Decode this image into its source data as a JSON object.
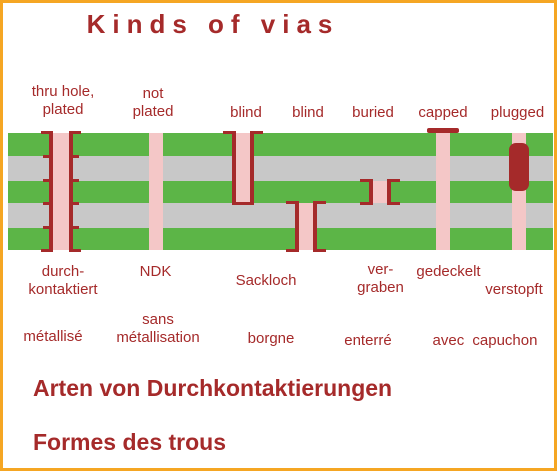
{
  "title": "Kinds of vias",
  "colors": {
    "copper_layer": "#5cb547",
    "substrate": "#c8c8c8",
    "plating": "#a52a2a",
    "hole": "#f4c7c7",
    "text": "#a52a2a",
    "border": "#f5a623"
  },
  "english_labels": [
    {
      "line1": "thru hole,",
      "line2": "plated"
    },
    {
      "line1": "not",
      "line2": "plated"
    },
    {
      "line1": "blind",
      "line2": ""
    },
    {
      "line1": "blind",
      "line2": ""
    },
    {
      "line1": "buried",
      "line2": ""
    },
    {
      "line1": "capped",
      "line2": ""
    },
    {
      "line1": "plugged",
      "line2": ""
    }
  ],
  "german_labels": [
    {
      "line1": "durch-",
      "line2": "kontaktiert"
    },
    {
      "line1": "NDK",
      "line2": ""
    },
    {
      "line1": "Sackloch",
      "line2": ""
    },
    {
      "line1": "ver-",
      "line2": "graben"
    },
    {
      "line1": "gedeckelt",
      "line2": ""
    },
    {
      "line1": "verstopft",
      "line2": ""
    }
  ],
  "french_labels": [
    {
      "line1": "métallisé",
      "line2": ""
    },
    {
      "line1": "sans",
      "line2": "métallisation"
    },
    {
      "line1": "borgne",
      "line2": ""
    },
    {
      "line1": "enterré",
      "line2": ""
    },
    {
      "line1": "avec capuchon",
      "line2": ""
    }
  ],
  "caption_de": "Arten von Durchkontaktierungen",
  "caption_fr": "Formes des trous"
}
